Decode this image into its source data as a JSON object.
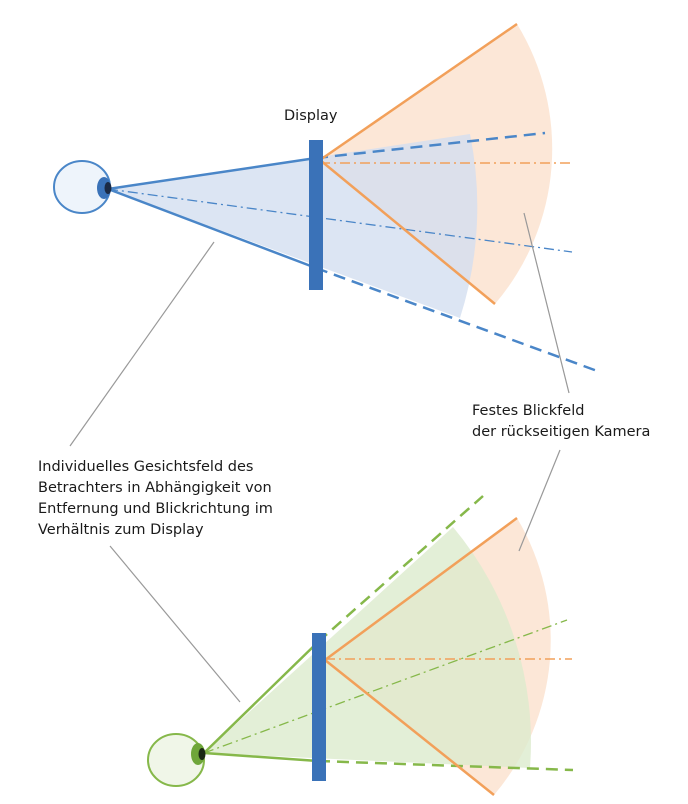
{
  "labels": {
    "display": "Display",
    "camera_fov": [
      "Festes Blickfeld",
      "der rückseitigen Kamera"
    ],
    "individual_fov": [
      "Individuelles Gesichtsfeld des",
      "Betrachters in Abhängigkeit von",
      "Entfernung und Blickrichtung im",
      "Verhältnis zum Display"
    ]
  },
  "colors": {
    "viewer_cone_top": "#4a86c8",
    "viewer_cone_bottom": "#86b84a",
    "camera_cone": "#f2a05a",
    "display": "#3a72b8",
    "leader_lines": "#999999"
  }
}
